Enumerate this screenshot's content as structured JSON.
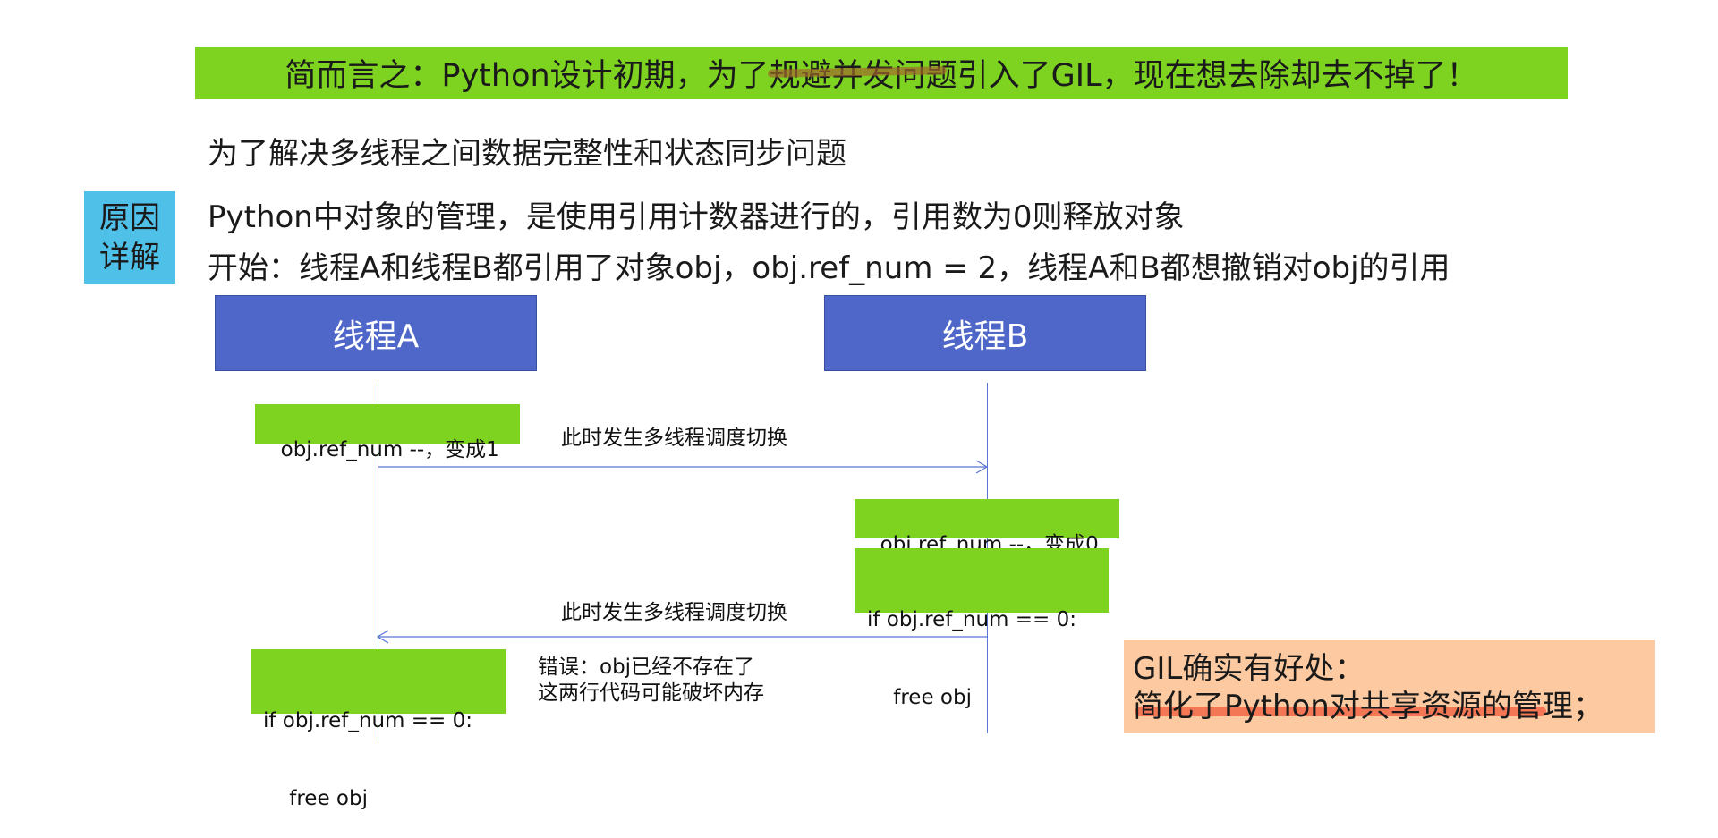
{
  "banner": {
    "text": "简而言之：Python设计初期，为了规避并发问题引入了GIL，现在想去除却去不掉了！"
  },
  "lines": {
    "line1": "为了解决多线程之间数据完整性和状态同步问题",
    "line2": "Python中对象的管理，是使用引用计数器进行的，引用数为0则释放对象",
    "line3": "开始：线程A和线程B都引用了对象obj，obj.ref_num = 2，线程A和B都想撤销对obj的引用"
  },
  "badge": {
    "line1": "原因",
    "line2": "详解"
  },
  "threads": {
    "a": "线程A",
    "b": "线程B"
  },
  "steps": {
    "a_decrement": "obj.ref_num --，变成1",
    "switch1": "此时发生多线程调度切换",
    "b_decrement": "obj.ref_num --，变成0",
    "b_check_line1": "if obj.ref_num == 0:",
    "b_check_line2": "    free obj",
    "switch2": "此时发生多线程调度切换",
    "a_check_line1": "if obj.ref_num == 0:",
    "a_check_line2": "    free obj",
    "error_line1": "错误：obj已经不存在了",
    "error_line2": "这两行代码可能破坏内存"
  },
  "gil_note": {
    "line1": "GIL确实有好处：",
    "line2": "简化了Python对共享资源的管理；"
  },
  "colors": {
    "green": "#7ed321",
    "blue_box": "#4f67c9",
    "cyan_badge": "#4fc1e9",
    "peach": "#fcc9a0",
    "line": "#5b74d6"
  }
}
